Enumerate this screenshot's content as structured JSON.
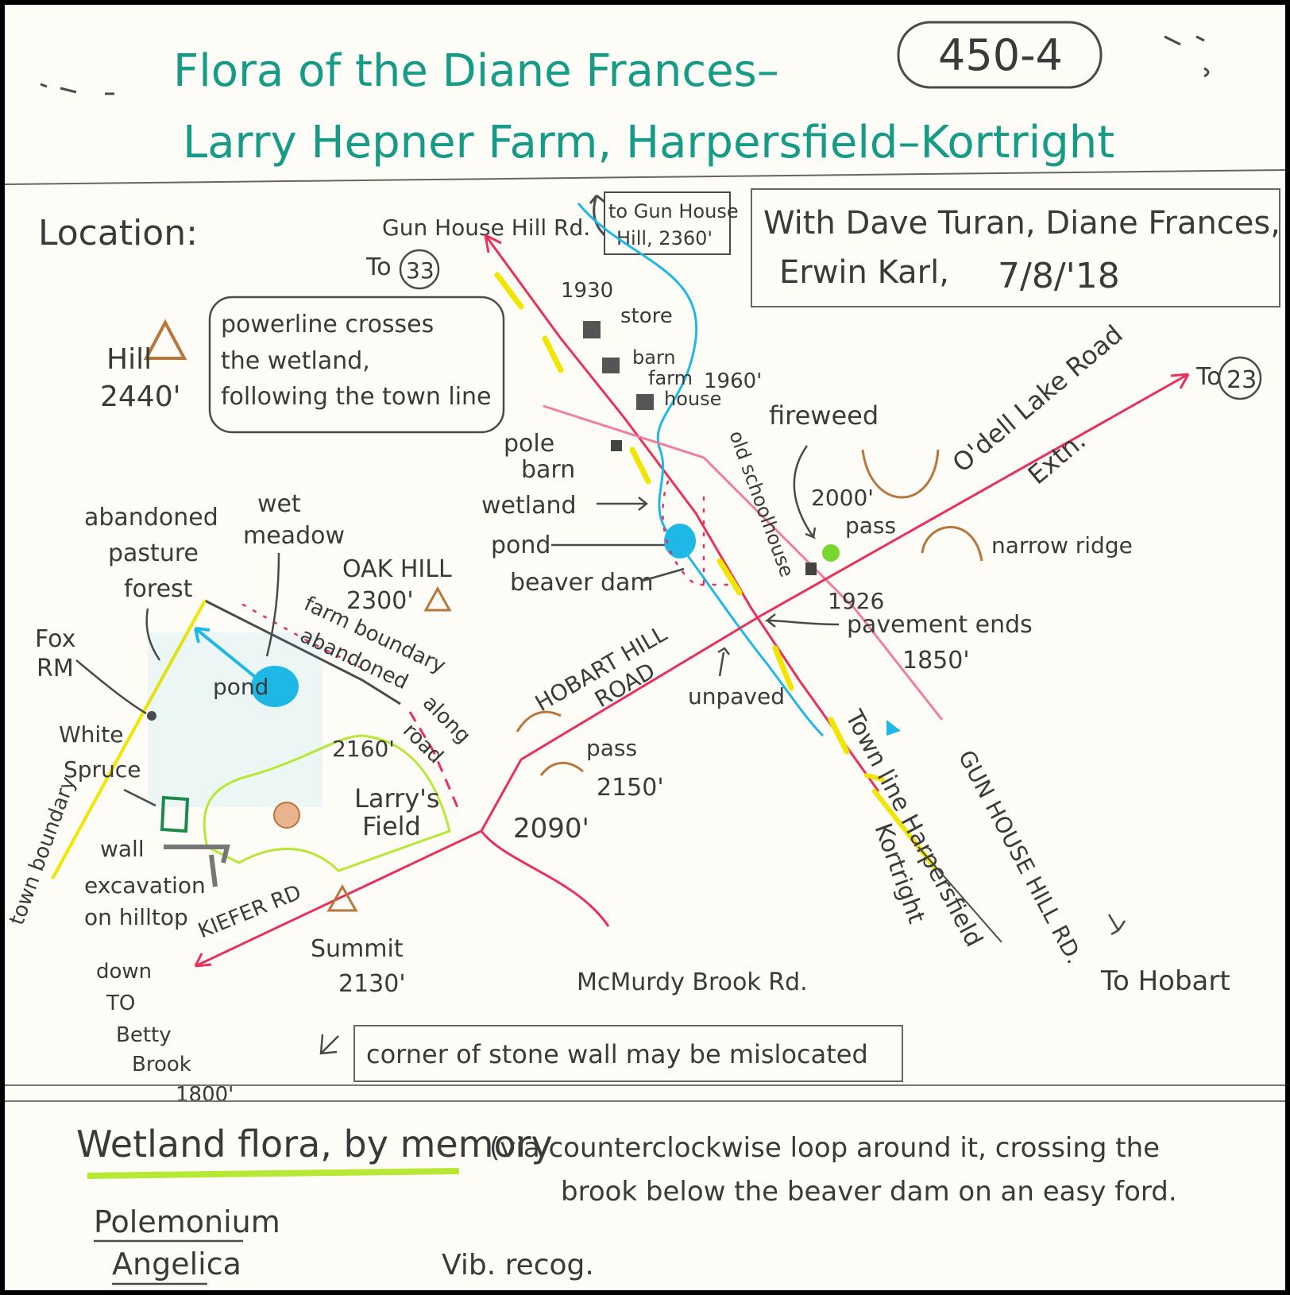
{
  "title": {
    "line1": "Flora of the Diane Frances–",
    "line2": "Larry Hepner Farm, Harpersfield–Kortright"
  },
  "page_number": "450-4",
  "credits": {
    "line1": "With Dave Turan, Diane Frances, &",
    "line2": "Erwin Karl,",
    "date": "7/8/'18"
  },
  "location_label": "Location:",
  "hill_label": {
    "name": "Hill",
    "elev": "2440'"
  },
  "powerline_note": [
    "powerline crosses",
    "the wetland,",
    "following the town line"
  ],
  "roads": {
    "gun_house_hill_rd_top": "Gun House Hill Rd.",
    "to_33": "To",
    "route_33": "33",
    "to_gun_house_hill": [
      "to Gun House",
      "Hill, 2360'"
    ],
    "odell_lake_road": [
      "O'dell Lake Road",
      "Extn."
    ],
    "to_23": "To",
    "route_23": "23",
    "hobart_hill_road": [
      "HOBART HILL",
      "ROAD"
    ],
    "kiefer_rd": "KIEFER RD",
    "mcmurdy_brook_rd": "McMurdy Brook Rd.",
    "gun_house_hill_rd_bottom": "GUN HOUSE HILL RD.",
    "to_hobart": "To Hobart"
  },
  "buildings": {
    "store": [
      "1930",
      "store"
    ],
    "barn_farmhouse": [
      "barn",
      "farm",
      "house",
      "1960'"
    ],
    "pole_barn": [
      "pole",
      "barn"
    ],
    "old_schoolhouse": "old schoolhouse",
    "schoolhouse_year": "1926"
  },
  "wetland_labels": {
    "wetland": "wetland",
    "pond": "pond",
    "beaver_dam": "beaver dam"
  },
  "fireweed": "fireweed",
  "elevation_2000": [
    "2000'",
    "pass"
  ],
  "narrow_ridge": "narrow ridge",
  "pavement_ends": [
    "pavement ends",
    "1850'"
  ],
  "unpaved": "unpaved",
  "town_line": [
    "Town line Harpersfield",
    "Kortright"
  ],
  "west_area": {
    "abandoned_pasture_forest": [
      "abandoned",
      "pasture",
      "forest"
    ],
    "wet_meadow": [
      "wet",
      "meadow"
    ],
    "oak_hill": [
      "OAK HILL",
      "2300'"
    ],
    "farm_boundary": [
      "farm boundary",
      "abandoned",
      "along",
      "road"
    ],
    "fox_rm": [
      "Fox",
      "RM"
    ],
    "pond": "pond",
    "white_spruce": [
      "White",
      "Spruce"
    ],
    "wall": "wall",
    "excavation": [
      "excavation",
      "on hilltop"
    ],
    "town_boundary": "town boundary",
    "larrys_field": [
      "Larry's",
      "Field"
    ],
    "elev_2160": "2160'",
    "pass_2150": [
      "pass",
      "2150'"
    ],
    "elev_2090": "2090'",
    "summit": [
      "Summit",
      "2130'"
    ],
    "down_to_betty_brook": [
      "down",
      "TO",
      "Betty",
      "Brook",
      "1800'"
    ]
  },
  "stone_wall_note": "corner of stone wall may be mislocated",
  "section_heading": "Wetland flora, by memory",
  "section_note": [
    "(via counterclockwise loop around it, crossing the",
    "brook below the beaver dam on an easy ford."
  ],
  "species": [
    "Polemonium",
    "Angelica"
  ],
  "vib_note": "Vib. recog.",
  "colors": {
    "title_green": "#169c86",
    "road_red": "#e8305a",
    "stream_blue": "#1fb8e6",
    "powerline_pink": "#f07f9c",
    "highlight_yellow": "#f2e600",
    "boundary_green": "#b6e834",
    "contour_brown": "#b8763a",
    "pencil_gray": "#4a4a4a"
  },
  "icons": [
    "hill-triangle-icon",
    "oak-hill-triangle-icon",
    "summit-triangle-icon",
    "fireweed-dot-icon"
  ]
}
